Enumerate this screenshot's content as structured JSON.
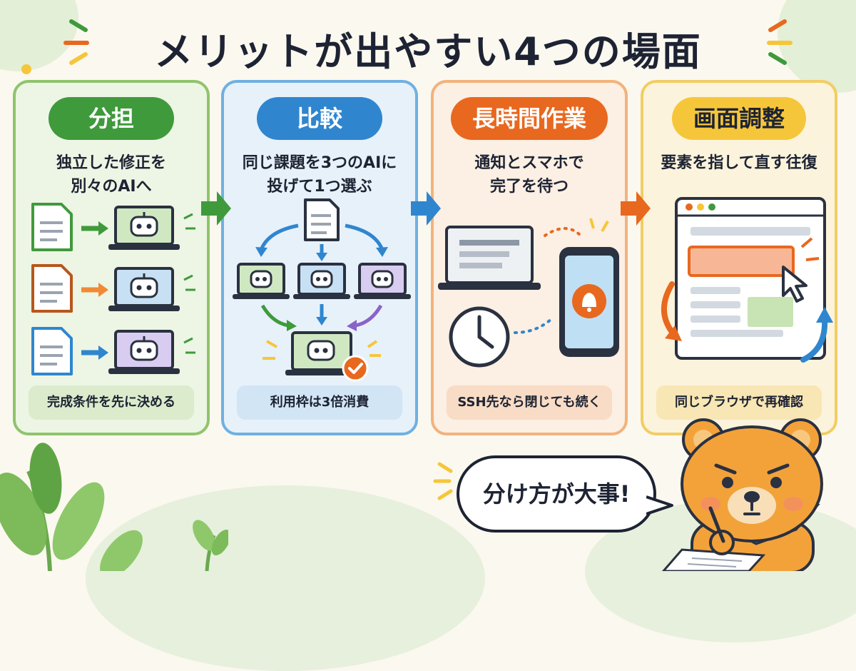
{
  "title": "メリットが出やすい4つの場面",
  "panels": [
    {
      "heading": "分担",
      "lines": [
        "独立した修正を",
        "別々のAIへ"
      ],
      "footer": "完成条件を先に決める"
    },
    {
      "heading": "比較",
      "lines": [
        "同じ課題を3つのAIに",
        "投げて1つ選ぶ"
      ],
      "footer": "利用枠は3倍消費"
    },
    {
      "heading": "長時間作業",
      "lines": [
        "通知とスマホで",
        "完了を待つ"
      ],
      "footer": "SSH先なら閉じても続く"
    },
    {
      "heading": "画面調整",
      "lines": [
        "要素を指して直す往復"
      ],
      "footer": "同じブラウザで再確認"
    }
  ],
  "speech": "分け方が大事!",
  "colors": {
    "green": "#3f9a3c",
    "blue": "#2f86cf",
    "orange": "#e8681f",
    "yellow": "#f6c63a"
  },
  "icons": [
    "document-icon",
    "laptop-robot-icon",
    "arrow-icon",
    "check-badge-icon",
    "smartphone-bell-icon",
    "clock-icon",
    "browser-window-icon",
    "cursor-icon",
    "bear-mascot-icon",
    "leaf-icon"
  ]
}
